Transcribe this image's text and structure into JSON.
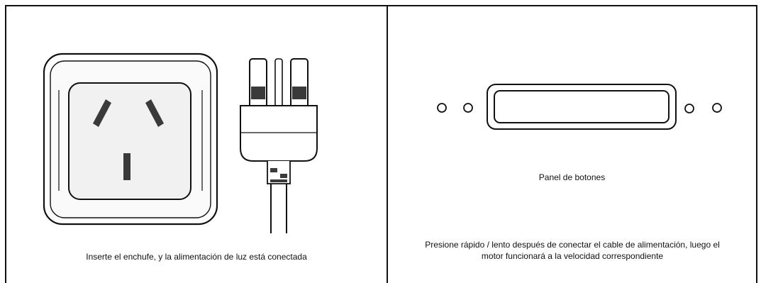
{
  "left_panel": {
    "caption": "Inserte el enchufe, y la alimentación de luz  está conectada",
    "socket_icon": "wall-outlet-icon",
    "plug_icon": "power-plug-icon"
  },
  "right_panel": {
    "panel_label": "Panel de botones",
    "caption": "Presione rápido / lento después de conectar el cable de alimentación, luego el motor funcionará a la velocidad correspondiente",
    "button_panel_icon": "button-panel-icon"
  },
  "colors": {
    "line": "#111111",
    "fill_light": "#f4f4f4",
    "fill_dark": "#3a3a3a"
  }
}
